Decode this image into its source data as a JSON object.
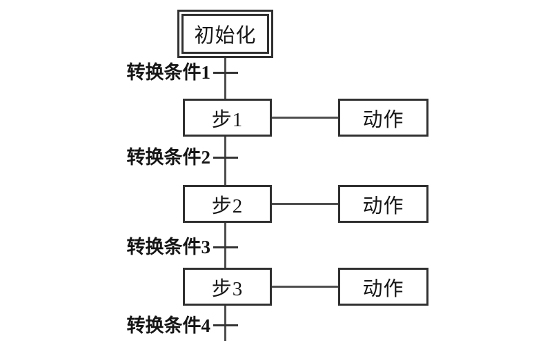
{
  "diagram": {
    "type": "sequential-function-chart",
    "init": {
      "label": "初始化"
    },
    "rows": [
      {
        "step": "步1",
        "action": "动作"
      },
      {
        "step": "步2",
        "action": "动作"
      },
      {
        "step": "步3",
        "action": "动作"
      }
    ],
    "transitions": [
      {
        "label": "转换条件1"
      },
      {
        "label": "转换条件2"
      },
      {
        "label": "转换条件3"
      },
      {
        "label": "转换条件4"
      }
    ],
    "colors": {
      "background": "#ffffff",
      "line": "#4d4d4d",
      "box_border": "#303030",
      "text": "#161616"
    }
  }
}
